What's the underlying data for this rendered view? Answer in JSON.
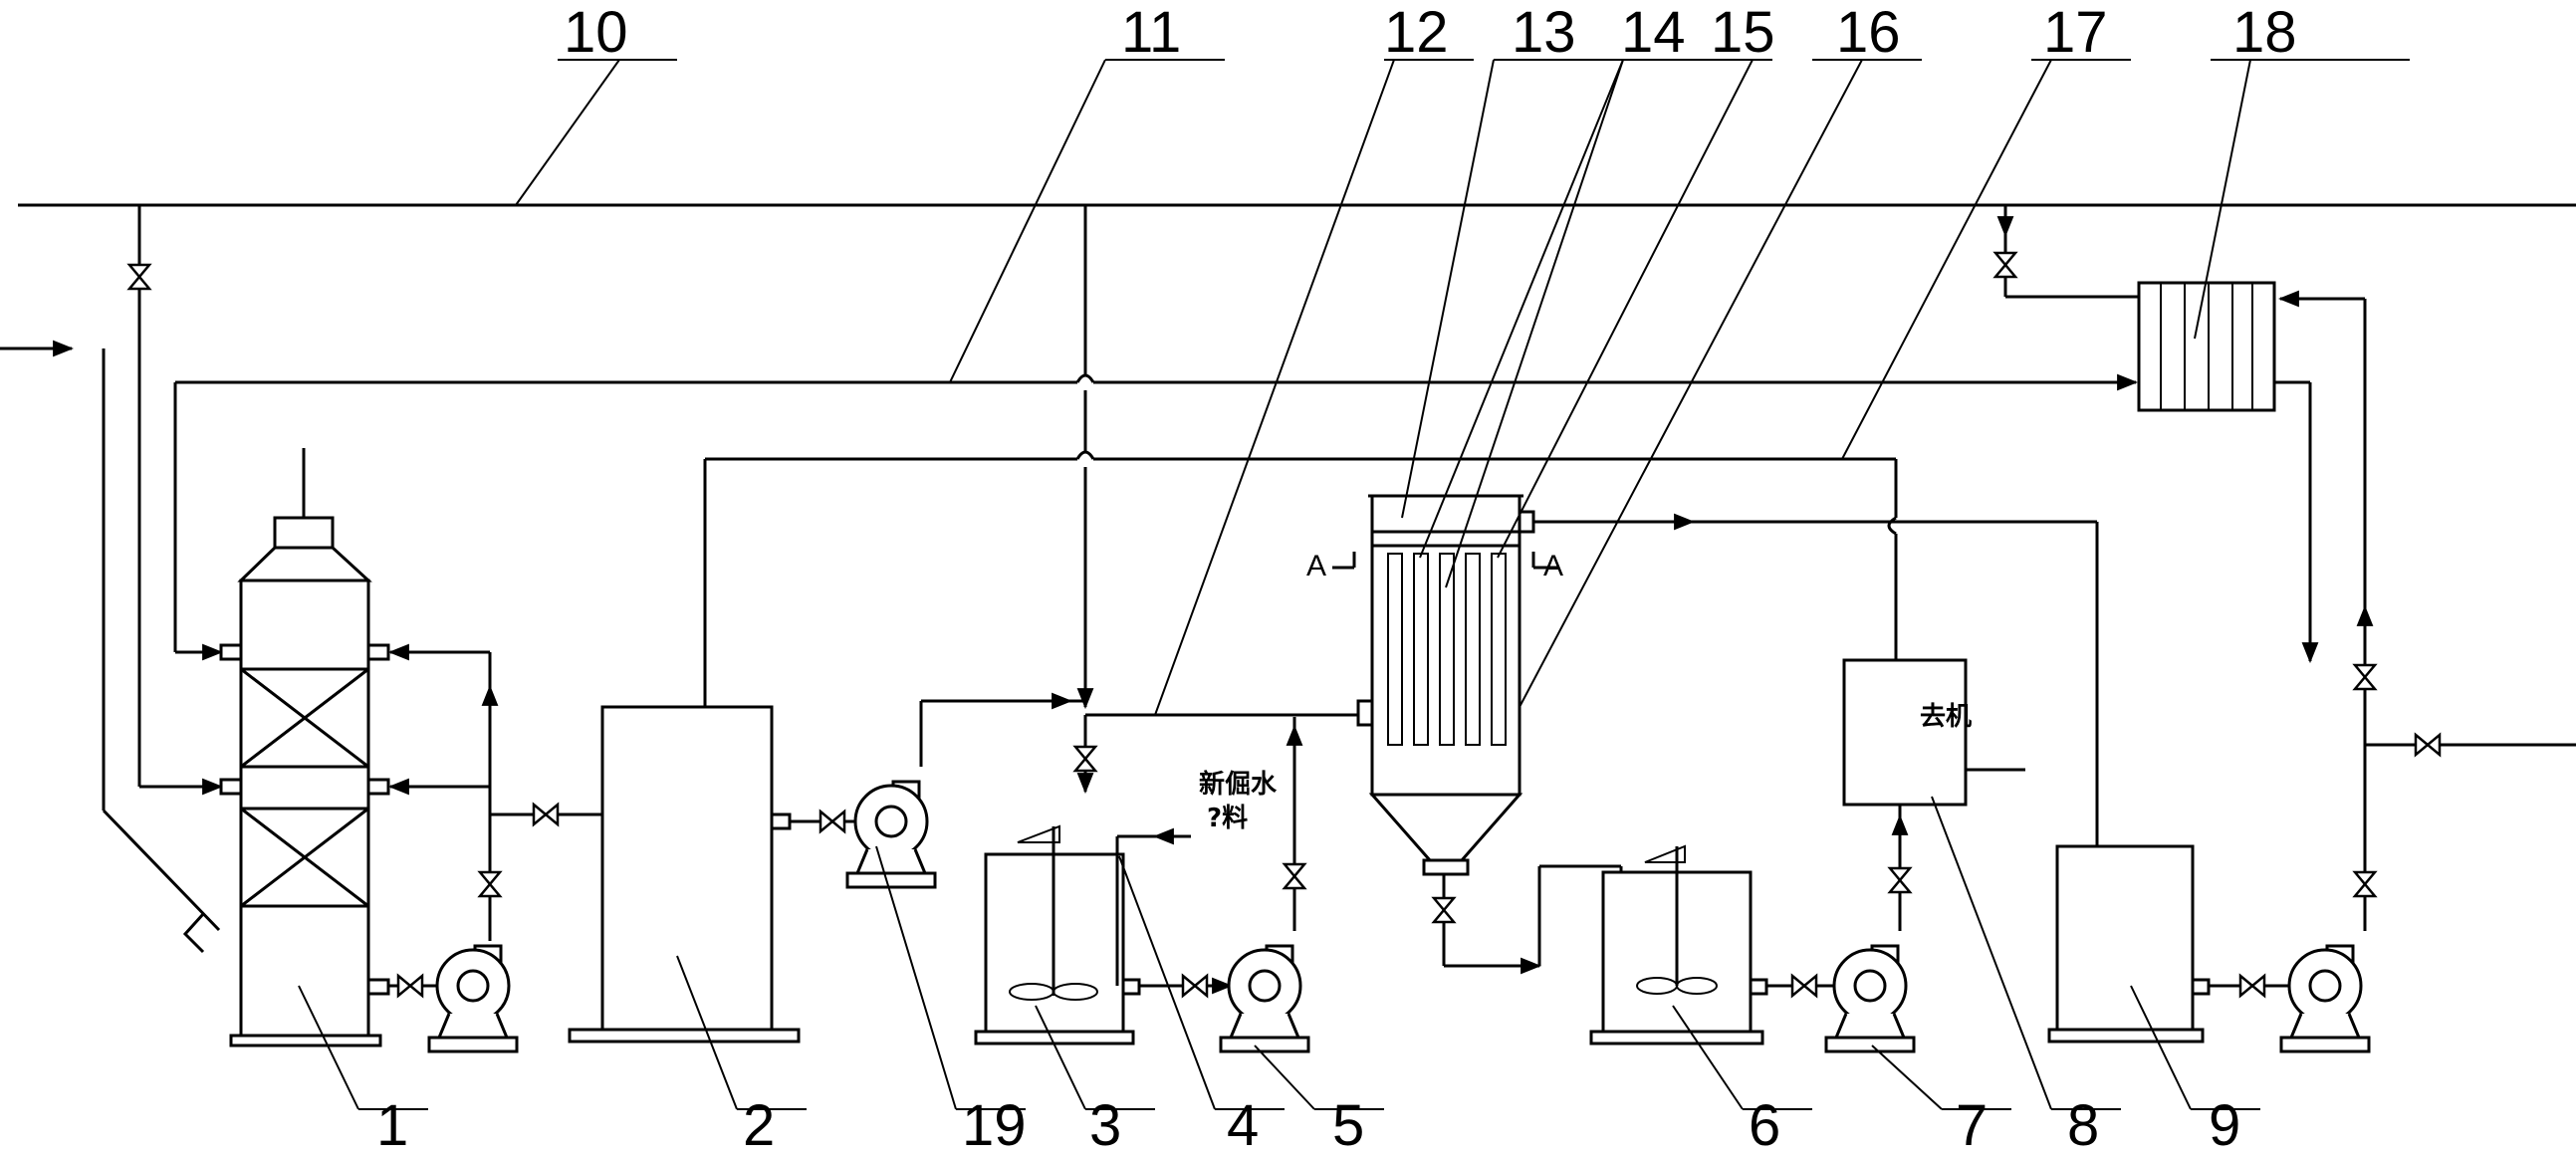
{
  "callouts": {
    "c1": "1",
    "c2": "2",
    "c3": "3",
    "c4": "4",
    "c5": "5",
    "c6": "6",
    "c7": "7",
    "c8": "8",
    "c9": "9",
    "c10": "10",
    "c11": "11",
    "c12": "12",
    "c13": "13",
    "c14": "14",
    "c15": "15",
    "c16": "16",
    "c17": "17",
    "c18": "18",
    "c19": "19"
  },
  "labels": {
    "fresh_water_line1": "新倔水",
    "fresh_water_line2": "?料",
    "tank8_label": "去机",
    "section_left": "A",
    "section_right": "A"
  },
  "colors": {
    "line": "#000000",
    "background": "#ffffff"
  }
}
